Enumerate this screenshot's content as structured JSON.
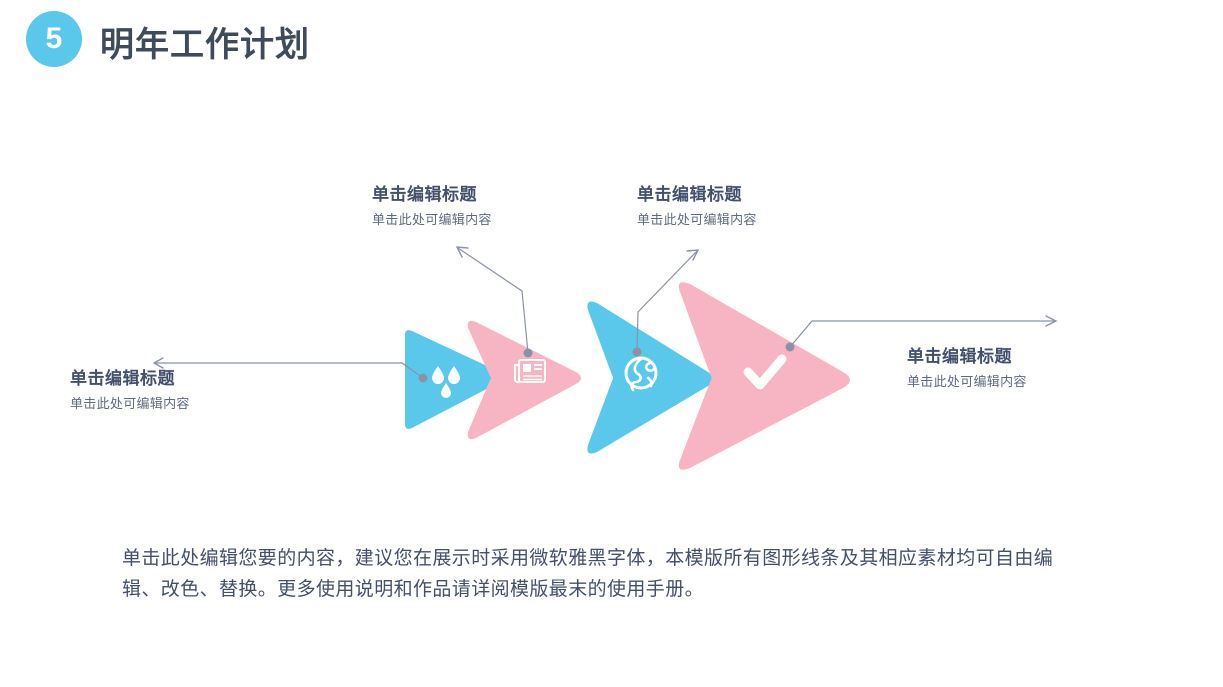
{
  "header": {
    "badge_number": "5",
    "title": "明年工作计划",
    "badge_color": "#5ac8ea",
    "title_color": "#3f4a5a"
  },
  "colors": {
    "blue": "#5ac8ea",
    "pink": "#f7b5c4",
    "connector": "#8a93a5",
    "text_title": "#43506b",
    "text_body": "#44506a",
    "background": "#ffffff"
  },
  "diagram": {
    "steps": [
      {
        "id": "step-1",
        "icon": "water-drops-icon",
        "color": "#5ac8ea"
      },
      {
        "id": "step-2",
        "icon": "newspaper-icon",
        "color": "#f7b5c4"
      },
      {
        "id": "step-3",
        "icon": "globe-icon",
        "color": "#5ac8ea"
      },
      {
        "id": "step-4",
        "icon": "check-icon",
        "color": "#f7b5c4"
      }
    ],
    "callouts": [
      {
        "title": "单击编辑标题",
        "desc": "单击此处可编辑内容"
      },
      {
        "title": "单击编辑标题",
        "desc": "单击此处可编辑内容"
      },
      {
        "title": "单击编辑标题",
        "desc": "单击此处可编辑内容"
      },
      {
        "title": "单击编辑标题",
        "desc": "单击此处可编辑内容"
      }
    ]
  },
  "body": {
    "paragraph": "单击此处编辑您要的内容，建议您在展示时采用微软雅黑字体，本模版所有图形线条及其相应素材均可自由编辑、改色、替换。更多使用说明和作品请详阅模版最末的使用手册。"
  }
}
